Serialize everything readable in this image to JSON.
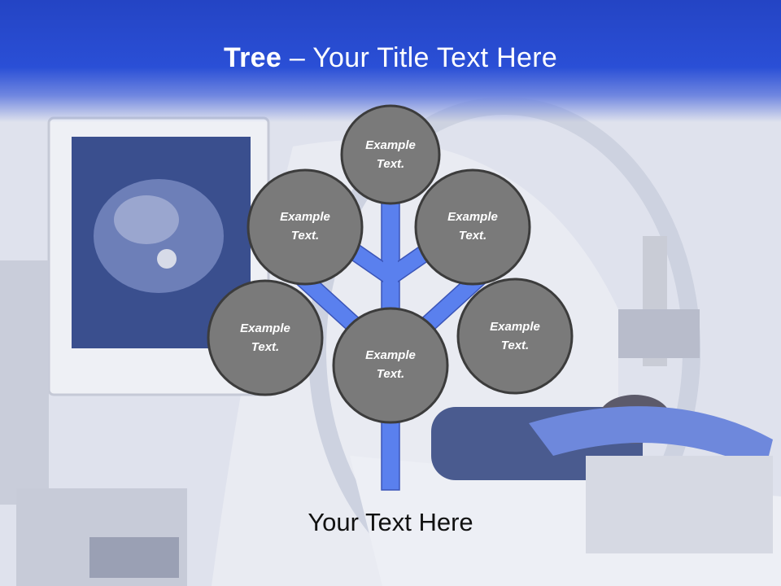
{
  "slide": {
    "title_bold": "Tree",
    "title_rest": " – Your Title Text Here",
    "footer_text": "Your Text Here"
  },
  "diagram": {
    "nodes": [
      {
        "id": "top",
        "line1": "Example",
        "line2": "Text."
      },
      {
        "id": "upper-left",
        "line1": "Example",
        "line2": "Text."
      },
      {
        "id": "upper-right",
        "line1": "Example",
        "line2": "Text."
      },
      {
        "id": "lower-left",
        "line1": "Example",
        "line2": "Text."
      },
      {
        "id": "lower-right",
        "line1": "Example",
        "line2": "Text."
      },
      {
        "id": "center",
        "line1": "Example",
        "line2": "Text."
      }
    ]
  },
  "colors": {
    "header": "#2a4fd6",
    "branch": "#5a80ee",
    "node_fill": "#7a7a7a",
    "node_stroke": "#3c3c3c",
    "node_text": "#ffffff"
  }
}
